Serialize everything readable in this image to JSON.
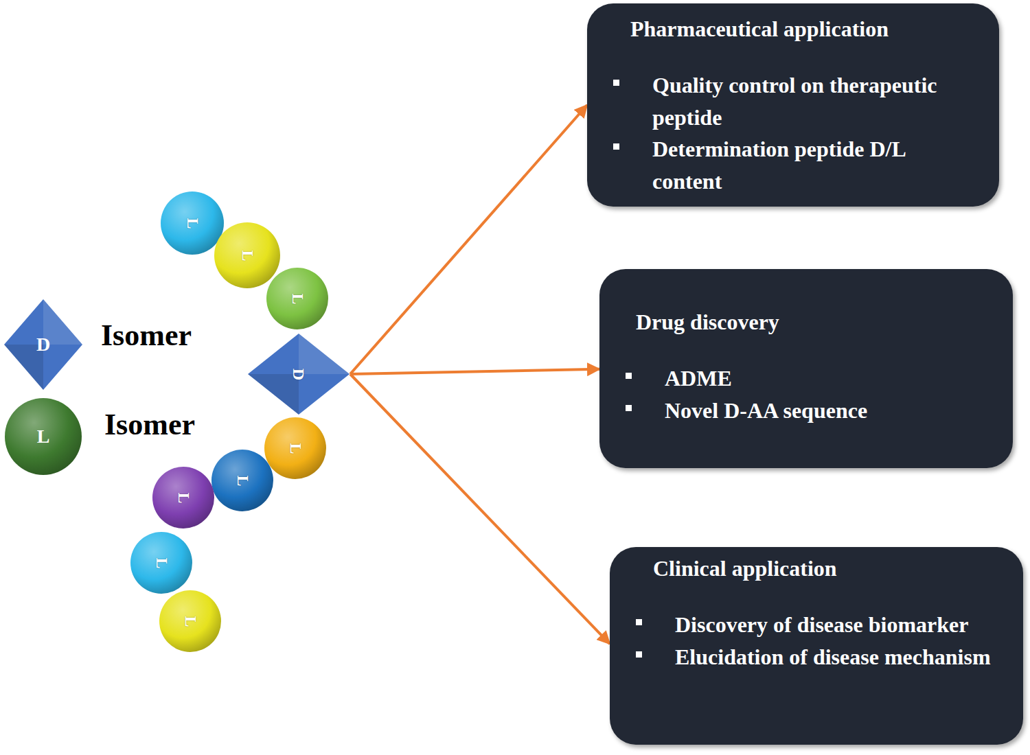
{
  "diagram": {
    "nodes": [
      {
        "text": [
          "D",
          "Isomer"
        ]
      },
      {
        "text": [
          "L",
          "Isomer"
        ]
      },
      {
        "text": [
          "L"
        ]
      },
      {
        "text": [
          "L"
        ]
      },
      {
        "text": [
          "L"
        ]
      },
      {
        "text": [
          "D"
        ]
      },
      {
        "text": [
          "L"
        ]
      },
      {
        "text": [
          "L"
        ]
      },
      {
        "text": [
          "L"
        ]
      },
      {
        "text": [
          "L"
        ]
      },
      {
        "text": [
          "L"
        ]
      },
      {
        "text": [
          "Pharmaceutical application",
          "Quality control on therapeutic peptide",
          "Determination peptide D/L content"
        ]
      },
      {
        "text": [
          "Drug discovery",
          "ADME",
          "Novel D-AA sequence"
        ]
      },
      {
        "text": [
          "Clinical application",
          "Discovery of disease biomarker",
          "Elucidation of disease mechanism"
        ]
      }
    ],
    "edges": [
      {
        "from": 5,
        "to": 11,
        "arrow": "to"
      },
      {
        "from": 5,
        "to": 12,
        "arrow": "to"
      },
      {
        "from": 5,
        "to": 13,
        "arrow": "to"
      }
    ]
  }
}
